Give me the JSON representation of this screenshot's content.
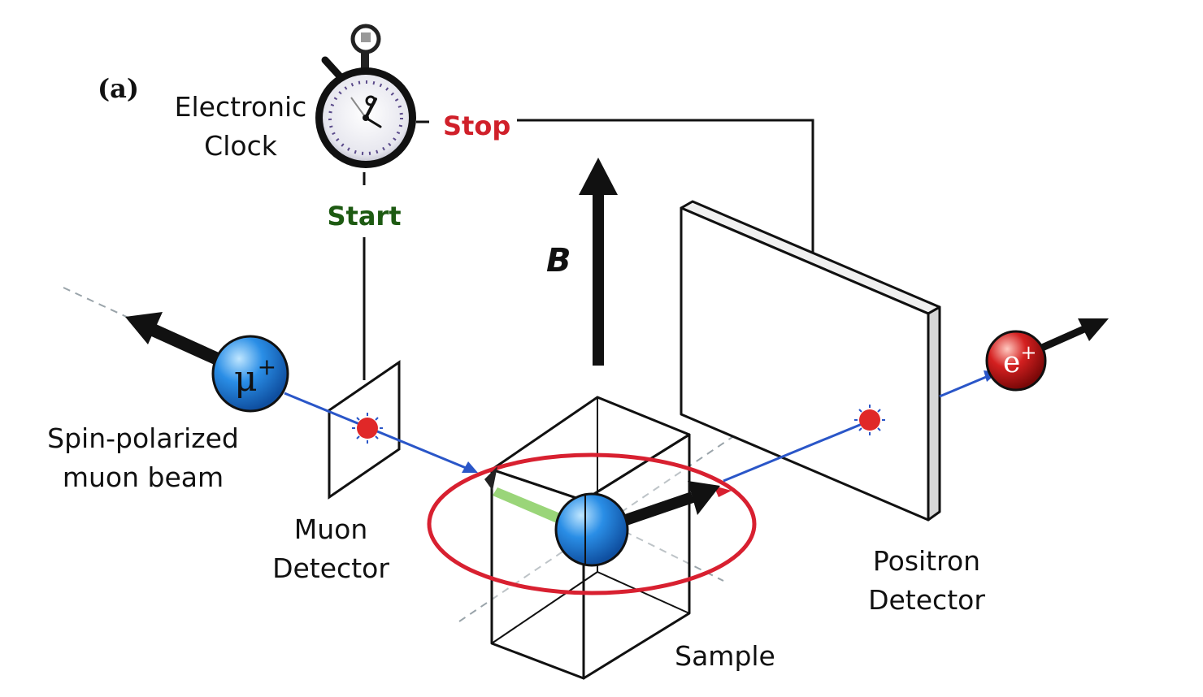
{
  "panel_label": "(a)",
  "clock": {
    "line1": "Electronic",
    "line2": "Clock"
  },
  "signals": {
    "start": "Start",
    "stop": "Stop"
  },
  "field": {
    "symbol": "B"
  },
  "beam": {
    "line1": "Spin-polarized",
    "line2": "muon beam"
  },
  "muon_detector": {
    "line1": "Muon",
    "line2": "Detector"
  },
  "positron_detector": {
    "line1": "Positron",
    "line2": "Detector"
  },
  "sample": {
    "label": "Sample"
  },
  "particles": {
    "muon": {
      "base": "μ",
      "sup": "+"
    },
    "positron": {
      "base": "e",
      "sup": "+"
    }
  },
  "colors": {
    "start": "#1d5a12",
    "stop": "#d0202a",
    "track": "#2a56c8",
    "precession": "#d82030",
    "particle_blue": "#2a8ee6",
    "particle_red": "#d42020",
    "spin_green": "#8fd06a"
  }
}
